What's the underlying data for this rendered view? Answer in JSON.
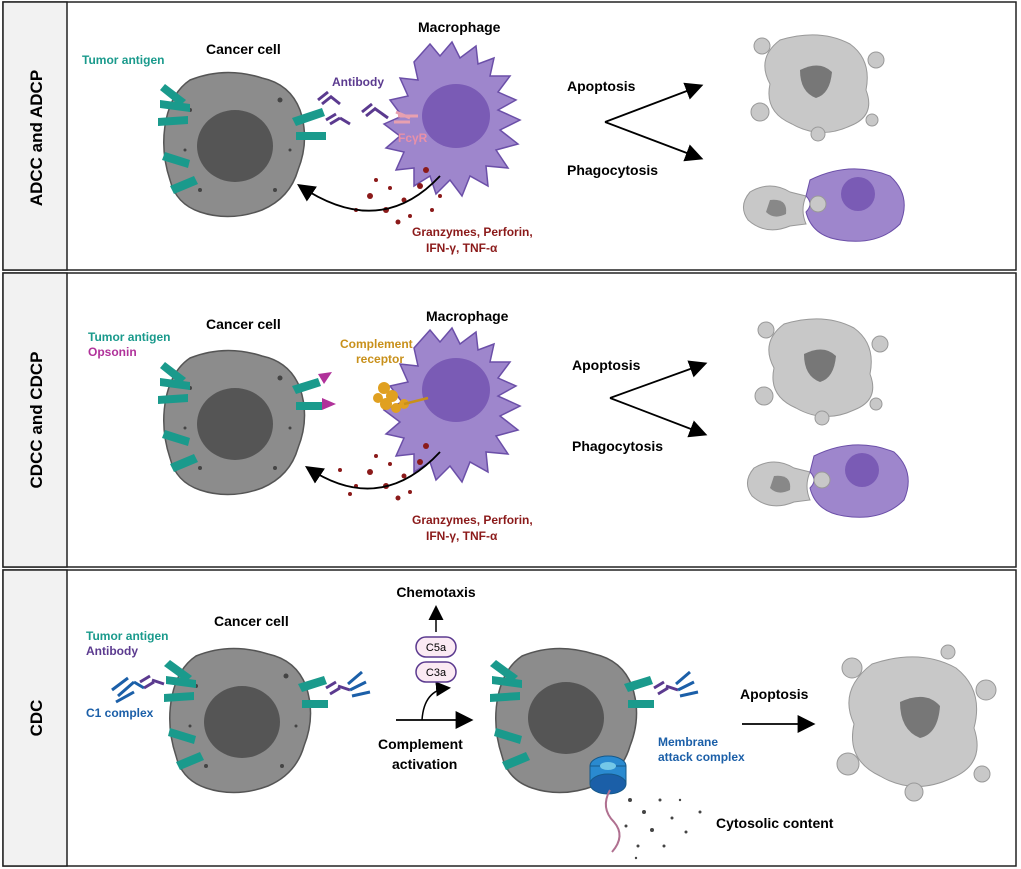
{
  "panels": [
    {
      "side_label": "ADCC and ADCP",
      "legend": [
        "Tumor antigen"
      ],
      "cancer_cell": "Cancer cell",
      "macrophage": "Macrophage",
      "antibody": "Antibody",
      "receptor": "FcγR",
      "cytokines_line1": "Granzymes, Perforin,",
      "cytokines_line2": "IFN-γ, TNF-α",
      "outcome_top": "Apoptosis",
      "outcome_bottom": "Phagocytosis"
    },
    {
      "side_label": "CDCC and CDCP",
      "legend": [
        "Tumor antigen",
        "Opsonin"
      ],
      "cancer_cell": "Cancer cell",
      "macrophage": "Macrophage",
      "receptor_line1": "Complement",
      "receptor_line2": "receptor",
      "cytokines_line1": "Granzymes, Perforin,",
      "cytokines_line2": "IFN-γ, TNF-α",
      "outcome_top": "Apoptosis",
      "outcome_bottom": "Phagocytosis"
    },
    {
      "side_label": "CDC",
      "legend": [
        "Tumor antigen",
        "Antibody"
      ],
      "c1": "C1 complex",
      "cancer_cell": "Cancer cell",
      "chemotaxis": "Chemotaxis",
      "c5a": "C5a",
      "c3a": "C3a",
      "activation_line1": "Complement",
      "activation_line2": "activation",
      "mac_line1": "Membrane",
      "mac_line2": "attack complex",
      "outcome": "Apoptosis",
      "cytosolic": "Cytosolic content"
    }
  ],
  "colors": {
    "teal": "#1a9a8c",
    "purple": "#5b3a8f",
    "magenta": "#b0329a",
    "dark_red": "#8b1a1a",
    "gold": "#c8901a",
    "blue": "#1b5fa8",
    "cancer_gray": "#8c8c8c",
    "macrophage_purple": "#9e86cc"
  }
}
